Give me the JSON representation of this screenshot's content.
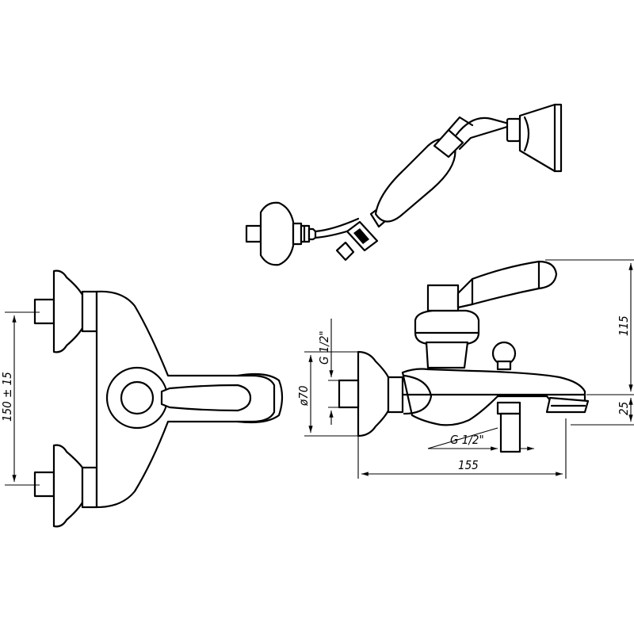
{
  "dimensions": {
    "inlet_spacing": "150 ± 15",
    "height": "115",
    "spout_offset": "25",
    "depth": "155",
    "thread_top": "G 1/2\"",
    "thread_bottom": "G 1/2\"",
    "rosette_diameter": "ø70"
  }
}
